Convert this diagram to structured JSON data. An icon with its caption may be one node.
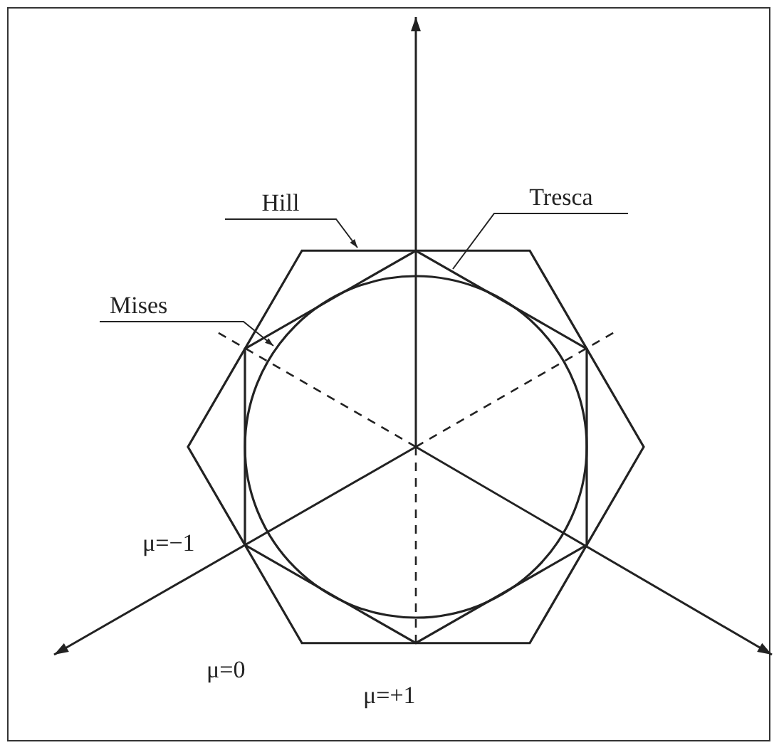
{
  "diagram": {
    "nodes": [
      {
        "text": [
          "Hill"
        ]
      },
      {
        "text": [
          "Tresca"
        ]
      },
      {
        "text": [
          "Mises"
        ]
      },
      {
        "text": [],
        "shape": "hexagon"
      },
      {
        "text": [],
        "shape": "hexagon",
        "in": 3
      },
      {
        "text": [],
        "shape": "circle",
        "in": 4
      }
    ],
    "edges": [
      {
        "from": 0,
        "to": 3,
        "arrow": "to"
      },
      {
        "from": 1,
        "to": 4,
        "arrow": "none"
      },
      {
        "from": 2,
        "to": 5,
        "arrow": "to"
      }
    ],
    "labels": [
      "μ=−1",
      "μ=0",
      "μ=+1"
    ]
  }
}
